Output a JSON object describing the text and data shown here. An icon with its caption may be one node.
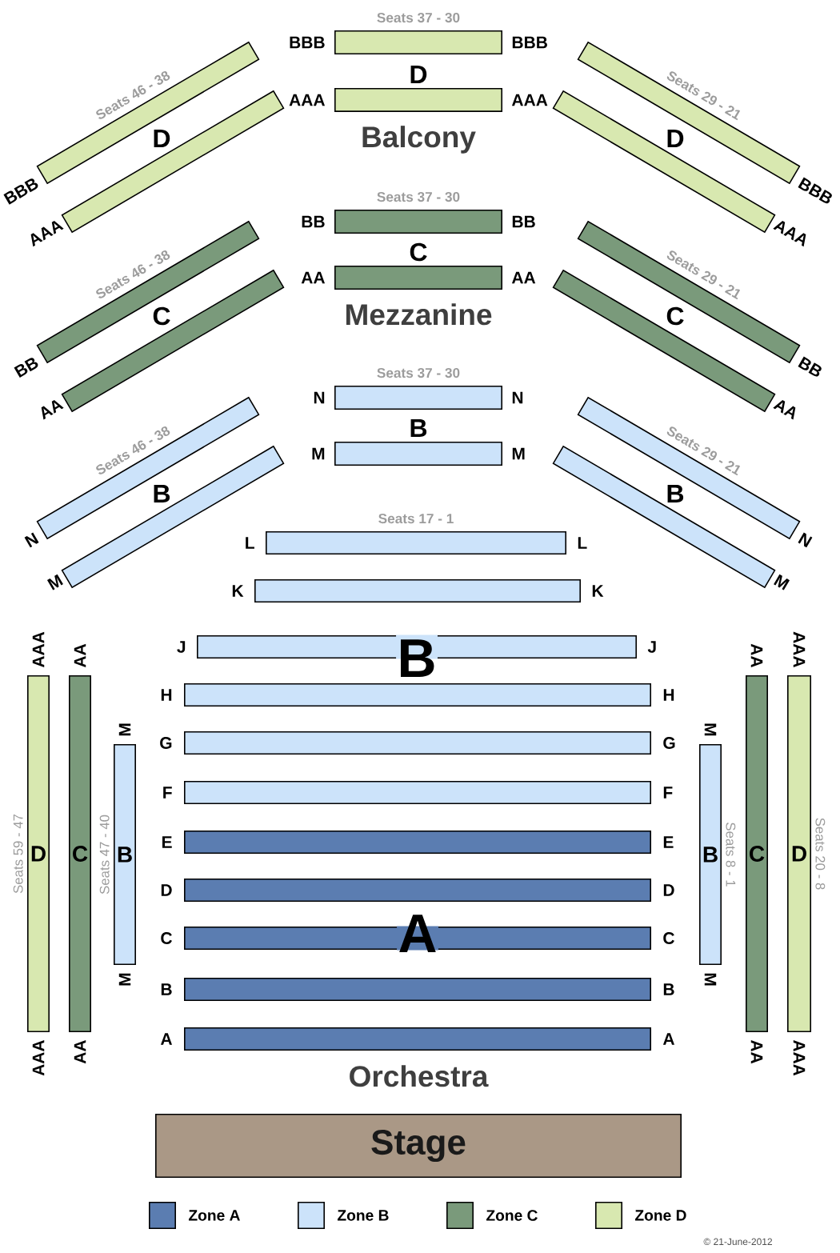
{
  "diagram": {
    "nodes": [
      {
        "text": [],
        "shape": "bar",
        "beside": [
          "Seats 37 - 30",
          "BBB",
          "BBB"
        ]
      },
      {
        "text": [],
        "shape": "bar",
        "beside": [
          "Seats 46 - 38",
          "BBB"
        ]
      },
      {
        "text": [],
        "shape": "bar",
        "beside": [
          "Seats 29 - 21",
          "BBB"
        ]
      },
      {
        "text": [],
        "shape": "bar",
        "beside": [
          "AAA",
          "AAA"
        ]
      },
      {
        "text": [],
        "shape": "bar",
        "beside": [
          "AAA"
        ]
      },
      {
        "text": [],
        "shape": "bar",
        "beside": [
          "AAA"
        ]
      },
      {
        "text": [],
        "shape": "bar",
        "beside": [
          "Seats 37 - 30",
          "BB",
          "BB"
        ]
      },
      {
        "text": [],
        "shape": "bar",
        "beside": [
          "Seats 46 - 38",
          "BB"
        ]
      },
      {
        "text": [],
        "shape": "bar",
        "beside": [
          "Seats 29 - 21",
          "BB"
        ]
      },
      {
        "text": [],
        "shape": "bar",
        "beside": [
          "AA",
          "AA"
        ]
      },
      {
        "text": [],
        "shape": "bar",
        "beside": [
          "AA"
        ]
      },
      {
        "text": [],
        "shape": "bar",
        "beside": [
          "AA"
        ]
      },
      {
        "text": [],
        "shape": "bar",
        "beside": [
          "Seats 37 - 30",
          "N",
          "N"
        ]
      },
      {
        "text": [],
        "shape": "bar",
        "beside": [
          "Seats 46 - 38",
          "N"
        ]
      },
      {
        "text": [],
        "shape": "bar",
        "beside": [
          "Seats 29 - 21",
          "N"
        ]
      },
      {
        "text": [],
        "shape": "bar",
        "beside": [
          "M",
          "M"
        ]
      },
      {
        "text": [],
        "shape": "bar",
        "beside": [
          "M"
        ]
      },
      {
        "text": [],
        "shape": "bar",
        "beside": [
          "M"
        ]
      },
      {
        "text": [],
        "shape": "bar",
        "beside": [
          "Seats 17 - 1"
        ]
      },
      {
        "text": [],
        "shape": "bar"
      },
      {
        "text": [],
        "shape": "bar",
        "beside": [
          "J",
          "J"
        ]
      },
      {
        "text": [
          "D"
        ],
        "beside": [
          "AAA",
          "Seats 59 - 47",
          "AAA"
        ]
      },
      {
        "text": [
          "C"
        ],
        "beside": [
          "AA",
          "AA"
        ]
      },
      {
        "text": [
          "B"
        ],
        "beside": [
          "M",
          "Seats 47 - 40",
          "M"
        ]
      },
      {
        "text": [],
        "shape": "bar",
        "beside": [
          "H",
          "H"
        ]
      },
      {
        "text": [],
        "shape": "bar",
        "beside": [
          "G",
          "G"
        ]
      },
      {
        "text": [],
        "shape": "bar",
        "beside": [
          "F",
          "F"
        ]
      },
      {
        "text": [],
        "shape": "bar",
        "beside": [
          "E",
          "E"
        ]
      },
      {
        "text": [],
        "shape": "bar",
        "beside": [
          "D",
          "D"
        ]
      },
      {
        "text": [],
        "shape": "bar",
        "beside": [
          "C",
          "C"
        ]
      },
      {
        "text": [],
        "shape": "bar",
        "beside": [
          "B",
          "B"
        ]
      },
      {
        "text": [],
        "shape": "bar",
        "beside": [
          "A",
          "A"
        ]
      },
      {
        "text": [
          "B"
        ],
        "beside": [
          "M",
          "Seats 8 - 1",
          "M"
        ]
      },
      {
        "text": [
          "C"
        ],
        "beside": [
          "AA",
          "AA"
        ]
      },
      {
        "text": [
          "D"
        ],
        "beside": [
          "AAA",
          "Seats 20 - 8",
          "AAA"
        ]
      },
      {
        "text": [
          "Stage"
        ]
      }
    ],
    "labels": [
      "D",
      "D",
      "Balcony",
      "D",
      "C",
      "C",
      "Mezzanine",
      "C",
      "B",
      "B",
      "B",
      "L",
      "L",
      "K",
      "K",
      "B",
      "A",
      "Orchestra",
      "© 21-June-2012"
    ],
    "legend": [
      {
        "text": "Zone A",
        "color": "#5b7db1"
      },
      {
        "text": "Zone B",
        "color": "#cce3fa"
      },
      {
        "text": "Zone C",
        "color": "#7a9a7b"
      },
      {
        "text": "Zone D",
        "color": "#d8e8b0"
      }
    ]
  }
}
